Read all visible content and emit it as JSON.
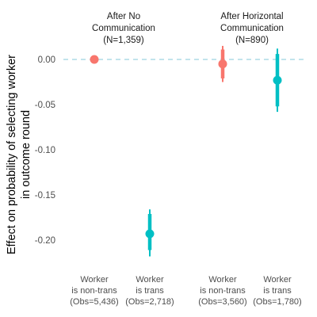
{
  "chart_data": {
    "type": "scatter",
    "style": "point-range (coefficient estimates with 90% and 95% confidence intervals)",
    "ylabel": [
      "Effect on probability of selecting worker",
      "in outcome round"
    ],
    "xlabel": "",
    "ylim": [
      -0.22,
      0.02
    ],
    "yticks": [
      0.0,
      -0.05,
      -0.1,
      -0.15,
      -0.2
    ],
    "ytick_labels": [
      "0.00",
      "-0.05",
      "-0.10",
      "-0.15",
      "-0.20"
    ],
    "reference_line": {
      "y": 0,
      "style": "dashed",
      "color": "#9ed4e0"
    },
    "grid": false,
    "legend": "none",
    "colors": {
      "non_trans": "#f8766d",
      "trans": "#00bfc4"
    },
    "panels": [
      {
        "title": [
          "After No",
          "Communication",
          "(N=1,359)"
        ],
        "points": [
          {
            "label": [
              "Worker",
              "is non-trans",
              "(Obs=5,436)"
            ],
            "group": "non_trans",
            "estimate": 0.0,
            "ci90": [
              0.0,
              0.0
            ],
            "ci95": [
              0.0,
              0.0
            ]
          },
          {
            "label": [
              "Worker",
              "is trans",
              "(Obs=2,718)"
            ],
            "group": "trans",
            "estimate": -0.193,
            "ci90": [
              -0.211,
              -0.171
            ],
            "ci95": [
              -0.218,
              -0.166
            ]
          }
        ]
      },
      {
        "title": [
          "After Horizontal",
          "Communication",
          "(N=890)"
        ],
        "points": [
          {
            "label": [
              "Worker",
              "is non-trans",
              "(Obs=3,560)"
            ],
            "group": "non_trans",
            "estimate": -0.005,
            "ci90": [
              -0.021,
              0.011
            ],
            "ci95": [
              -0.025,
              0.015
            ]
          },
          {
            "label": [
              "Worker",
              "is trans",
              "(Obs=1,780)"
            ],
            "group": "trans",
            "estimate": -0.023,
            "ci90": [
              -0.052,
              0.006
            ],
            "ci95": [
              -0.058,
              0.012
            ]
          }
        ]
      }
    ]
  }
}
